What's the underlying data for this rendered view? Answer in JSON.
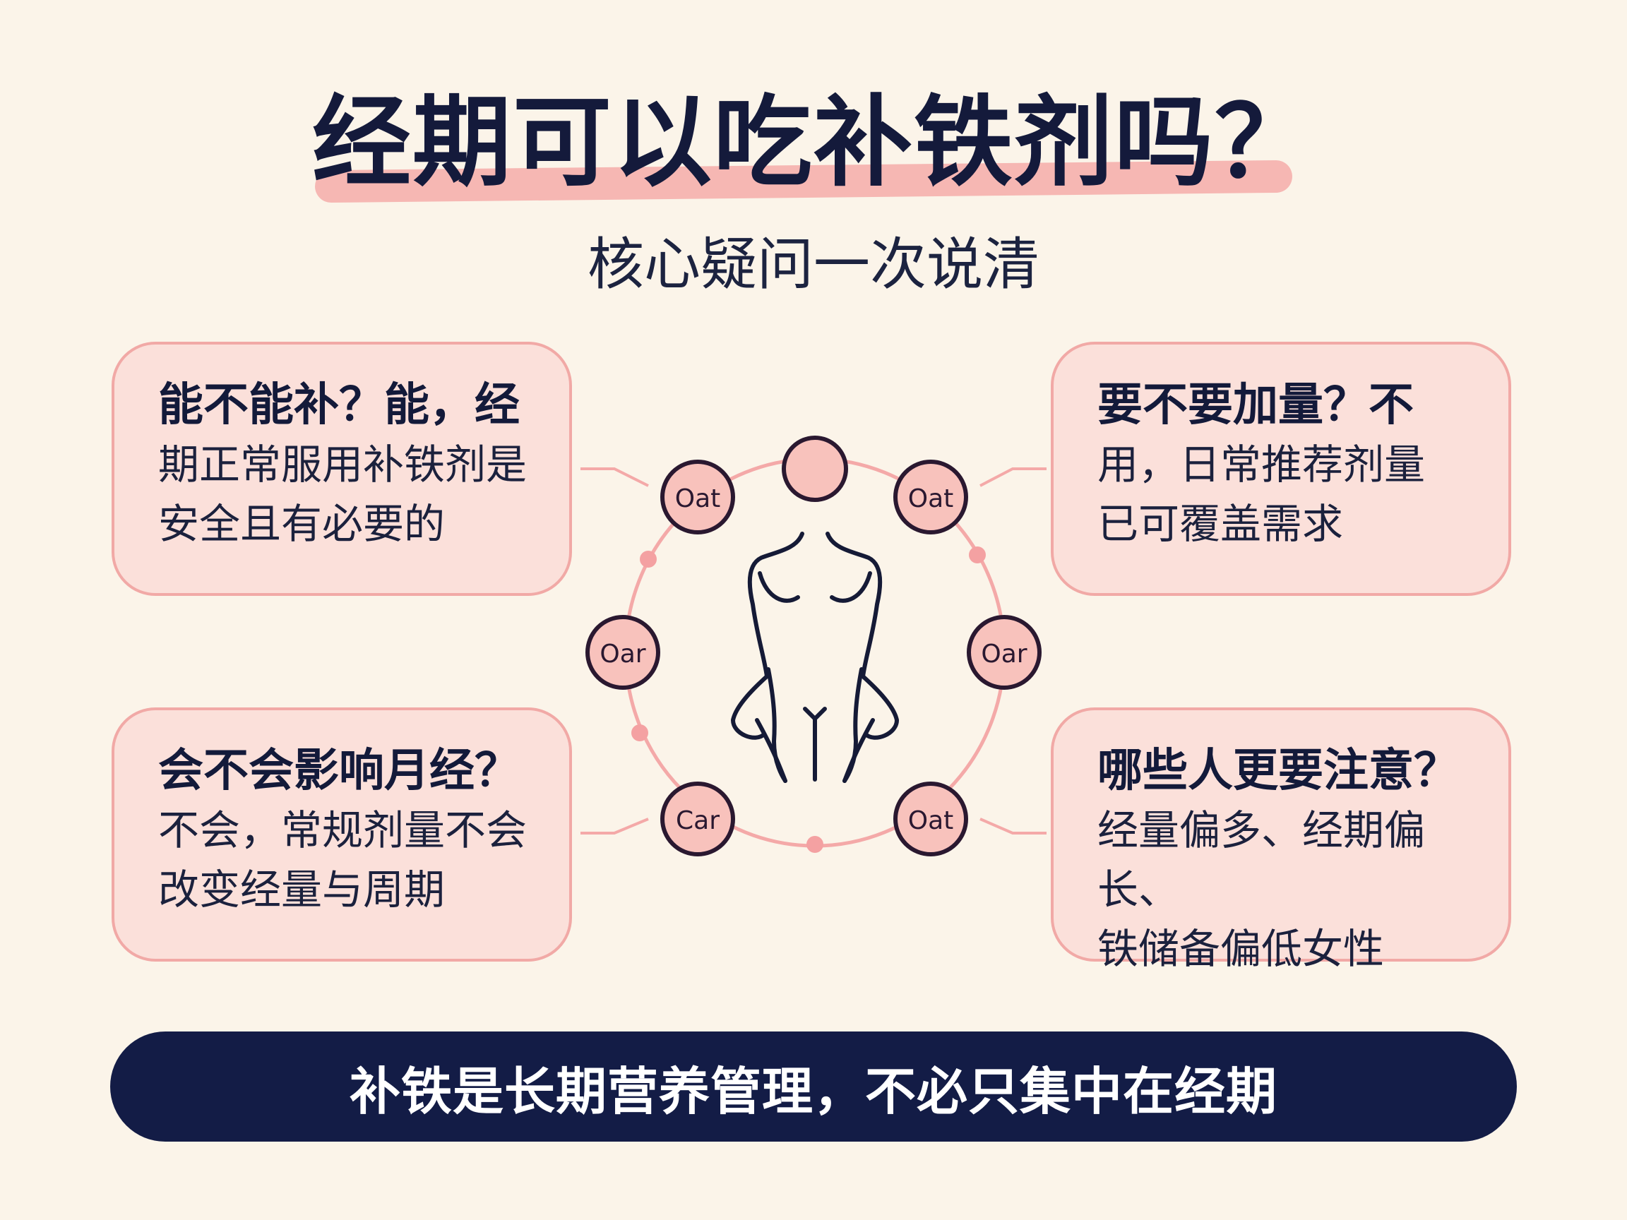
{
  "title": "经期可以吃补铁剂吗？",
  "subtitle": "核心疑问一次说清",
  "cards": [
    {
      "question": "能不能补？能，经",
      "answer_lines": [
        "期正常服用补铁剂是",
        "安全且有必要的"
      ]
    },
    {
      "question": "要不要加量？不",
      "answer_lines": [
        "用，日常推荐剂量",
        "已可覆盖需求"
      ]
    },
    {
      "question": "会不会影响月经？",
      "answer_lines": [
        "不会，常规剂量不会",
        "改变经量与周期"
      ]
    },
    {
      "question": "哪些人更要注意？",
      "answer_lines": [
        "经量偏多、经期偏长、",
        "铁储备偏低女性"
      ]
    }
  ],
  "diagram": {
    "node_labels": [
      "Oat",
      "Oat",
      "Oar",
      "Oar",
      "Car",
      "Oat"
    ],
    "colors": {
      "node_fill": "#f8c2bc",
      "node_stroke": "#2a1830",
      "ring": "#f4a9a8",
      "figure": "#151a36"
    }
  },
  "banner": {
    "text": "补铁是长期营养管理，不必只集中在经期"
  },
  "colors": {
    "background": "#fbf4e9",
    "card_fill": "#fbe0da",
    "card_border": "#f1a9a6",
    "banner": "#131c46",
    "title_highlight": "#f6b7b3"
  }
}
